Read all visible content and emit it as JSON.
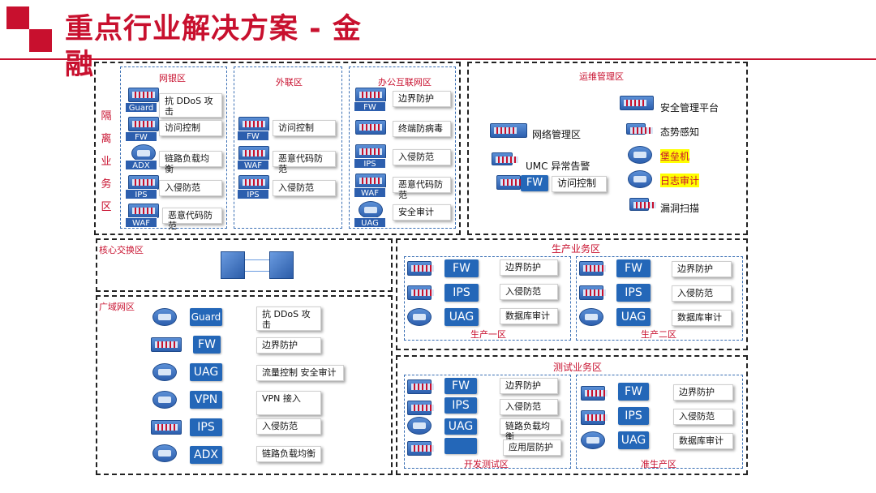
{
  "title": "重点行业解决方案 - 金融",
  "colors": {
    "accent": "#c8102e",
    "device": "#2467b8"
  },
  "isolation": {
    "vertical_label": [
      "隔",
      "离",
      "业",
      "务",
      "区"
    ],
    "wangyin": {
      "title": "网银区",
      "items": [
        {
          "tag": "Guard",
          "label": "抗 DDoS 攻击"
        },
        {
          "tag": "FW",
          "label": "访问控制"
        },
        {
          "tag": "ADX",
          "label": "链路负载均衡"
        },
        {
          "tag": "IPS",
          "label": "入侵防范"
        },
        {
          "tag": "WAF",
          "label": "恶意代码防范"
        }
      ]
    },
    "wailian": {
      "title": "外联区",
      "items": [
        {
          "tag": "FW",
          "label": "访问控制"
        },
        {
          "tag": "WAF",
          "label": "恶意代码防范"
        },
        {
          "tag": "IPS",
          "label": "入侵防范"
        }
      ]
    },
    "bangong": {
      "title": "办公互联网区",
      "items": [
        {
          "tag": "FW",
          "label": "边界防护"
        },
        {
          "tag": "",
          "label": "终端防病毒"
        },
        {
          "tag": "IPS",
          "label": "入侵防范"
        },
        {
          "tag": "WAF",
          "label": "恶意代码防范"
        },
        {
          "tag": "UAG",
          "label": "安全审计"
        }
      ]
    }
  },
  "ops": {
    "title": "运维管理区",
    "network_mgmt": "网络管理区",
    "umc": "UMC 异常告警",
    "fw_tag": "FW",
    "fw_label": "访问控制",
    "right_items": [
      "安全管理平台",
      "态势感知",
      "堡垒机",
      "日志审计",
      "漏洞扫描"
    ]
  },
  "core": {
    "title": "核心交换区"
  },
  "wan": {
    "title": "广域网区",
    "items": [
      {
        "tag": "Guard",
        "label": "抗 DDoS 攻击"
      },
      {
        "tag": "FW",
        "label": "边界防护"
      },
      {
        "tag": "UAG",
        "label": "流量控制 安全审计"
      },
      {
        "tag": "VPN",
        "label": "VPN 接入"
      },
      {
        "tag": "IPS",
        "label": "入侵防范"
      },
      {
        "tag": "ADX",
        "label": "链路负载均衡"
      }
    ]
  },
  "production": {
    "title": "生产业务区",
    "zone1": {
      "title": "生产一区",
      "items": [
        {
          "tag": "FW",
          "label": "边界防护"
        },
        {
          "tag": "IPS",
          "label": "入侵防范"
        },
        {
          "tag": "UAG",
          "label": "数据库审计"
        }
      ]
    },
    "zone2": {
      "title": "生产二区",
      "items": [
        {
          "tag": "FW",
          "label": "边界防护"
        },
        {
          "tag": "IPS",
          "label": "入侵防范"
        },
        {
          "tag": "UAG",
          "label": "数据库审计"
        }
      ]
    }
  },
  "test": {
    "title": "测试业务区",
    "dev": {
      "title": "开发测试区",
      "items": [
        {
          "tag": "FW",
          "label": "边界防护"
        },
        {
          "tag": "IPS",
          "label": "入侵防范"
        },
        {
          "tag": "UAG",
          "label": "链路负载均衡"
        },
        {
          "tag": "",
          "label": "应用层防护"
        }
      ]
    },
    "preprod": {
      "title": "准生产区",
      "items": [
        {
          "tag": "FW",
          "label": "边界防护"
        },
        {
          "tag": "IPS",
          "label": "入侵防范"
        },
        {
          "tag": "UAG",
          "label": "数据库审计"
        }
      ]
    }
  }
}
